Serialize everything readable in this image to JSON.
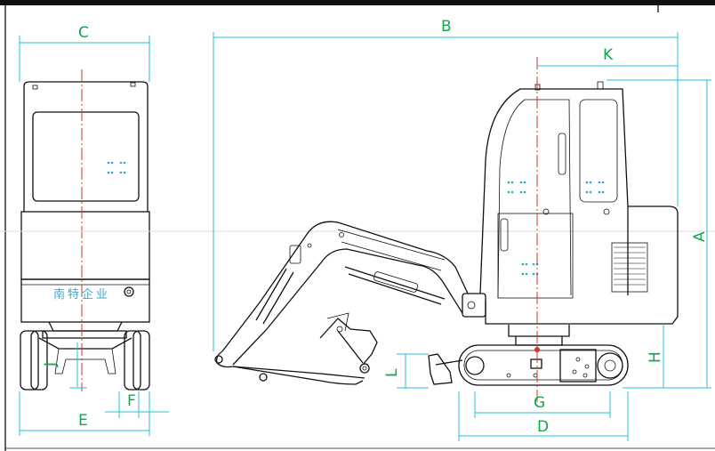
{
  "labels": {
    "A": "A",
    "B": "B",
    "C": "C",
    "D": "D",
    "E": "E",
    "F": "F",
    "G": "G",
    "H": "H",
    "J": "J",
    "K": "K",
    "L": "L"
  },
  "front_brand_text": "南特企业",
  "colors": {
    "dimension_lines": "#25c0d8",
    "label_text": "#12a84a",
    "center_line": "#d83030",
    "outline": "#111111"
  }
}
